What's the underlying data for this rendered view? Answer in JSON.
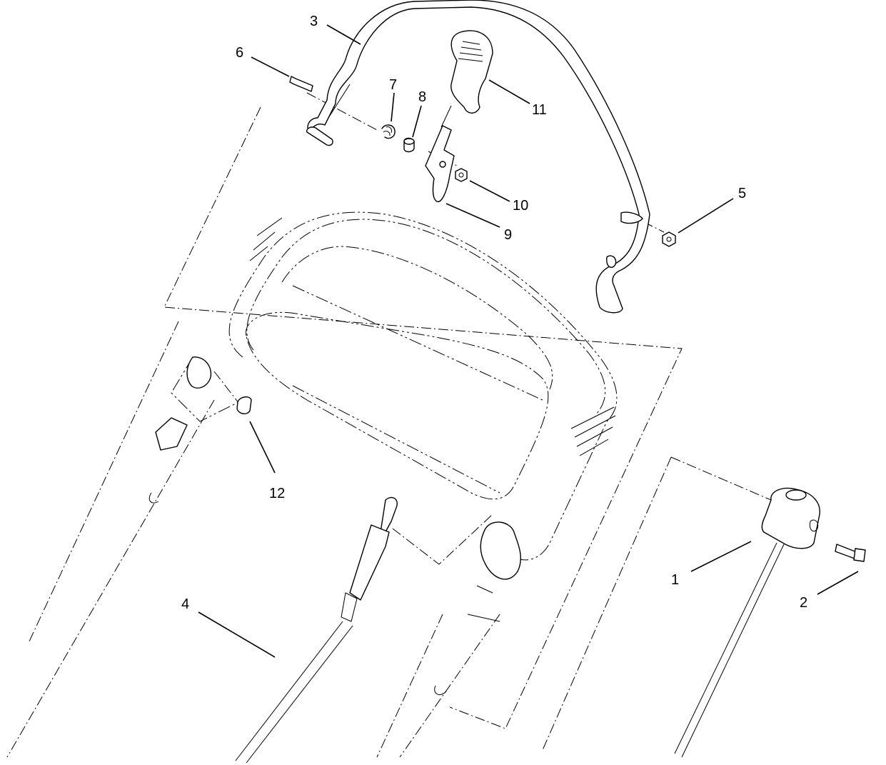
{
  "diagram": {
    "type": "exploded-parts-view",
    "callouts": [
      {
        "id": "1",
        "label": "1"
      },
      {
        "id": "2",
        "label": "2"
      },
      {
        "id": "3",
        "label": "3"
      },
      {
        "id": "4",
        "label": "4"
      },
      {
        "id": "5",
        "label": "5"
      },
      {
        "id": "6",
        "label": "6"
      },
      {
        "id": "7",
        "label": "7"
      },
      {
        "id": "8",
        "label": "8"
      },
      {
        "id": "9",
        "label": "9"
      },
      {
        "id": "10",
        "label": "10"
      },
      {
        "id": "11",
        "label": "11"
      },
      {
        "id": "12",
        "label": "12"
      }
    ]
  },
  "colors": {
    "line": "#000000",
    "background": "#ffffff"
  }
}
